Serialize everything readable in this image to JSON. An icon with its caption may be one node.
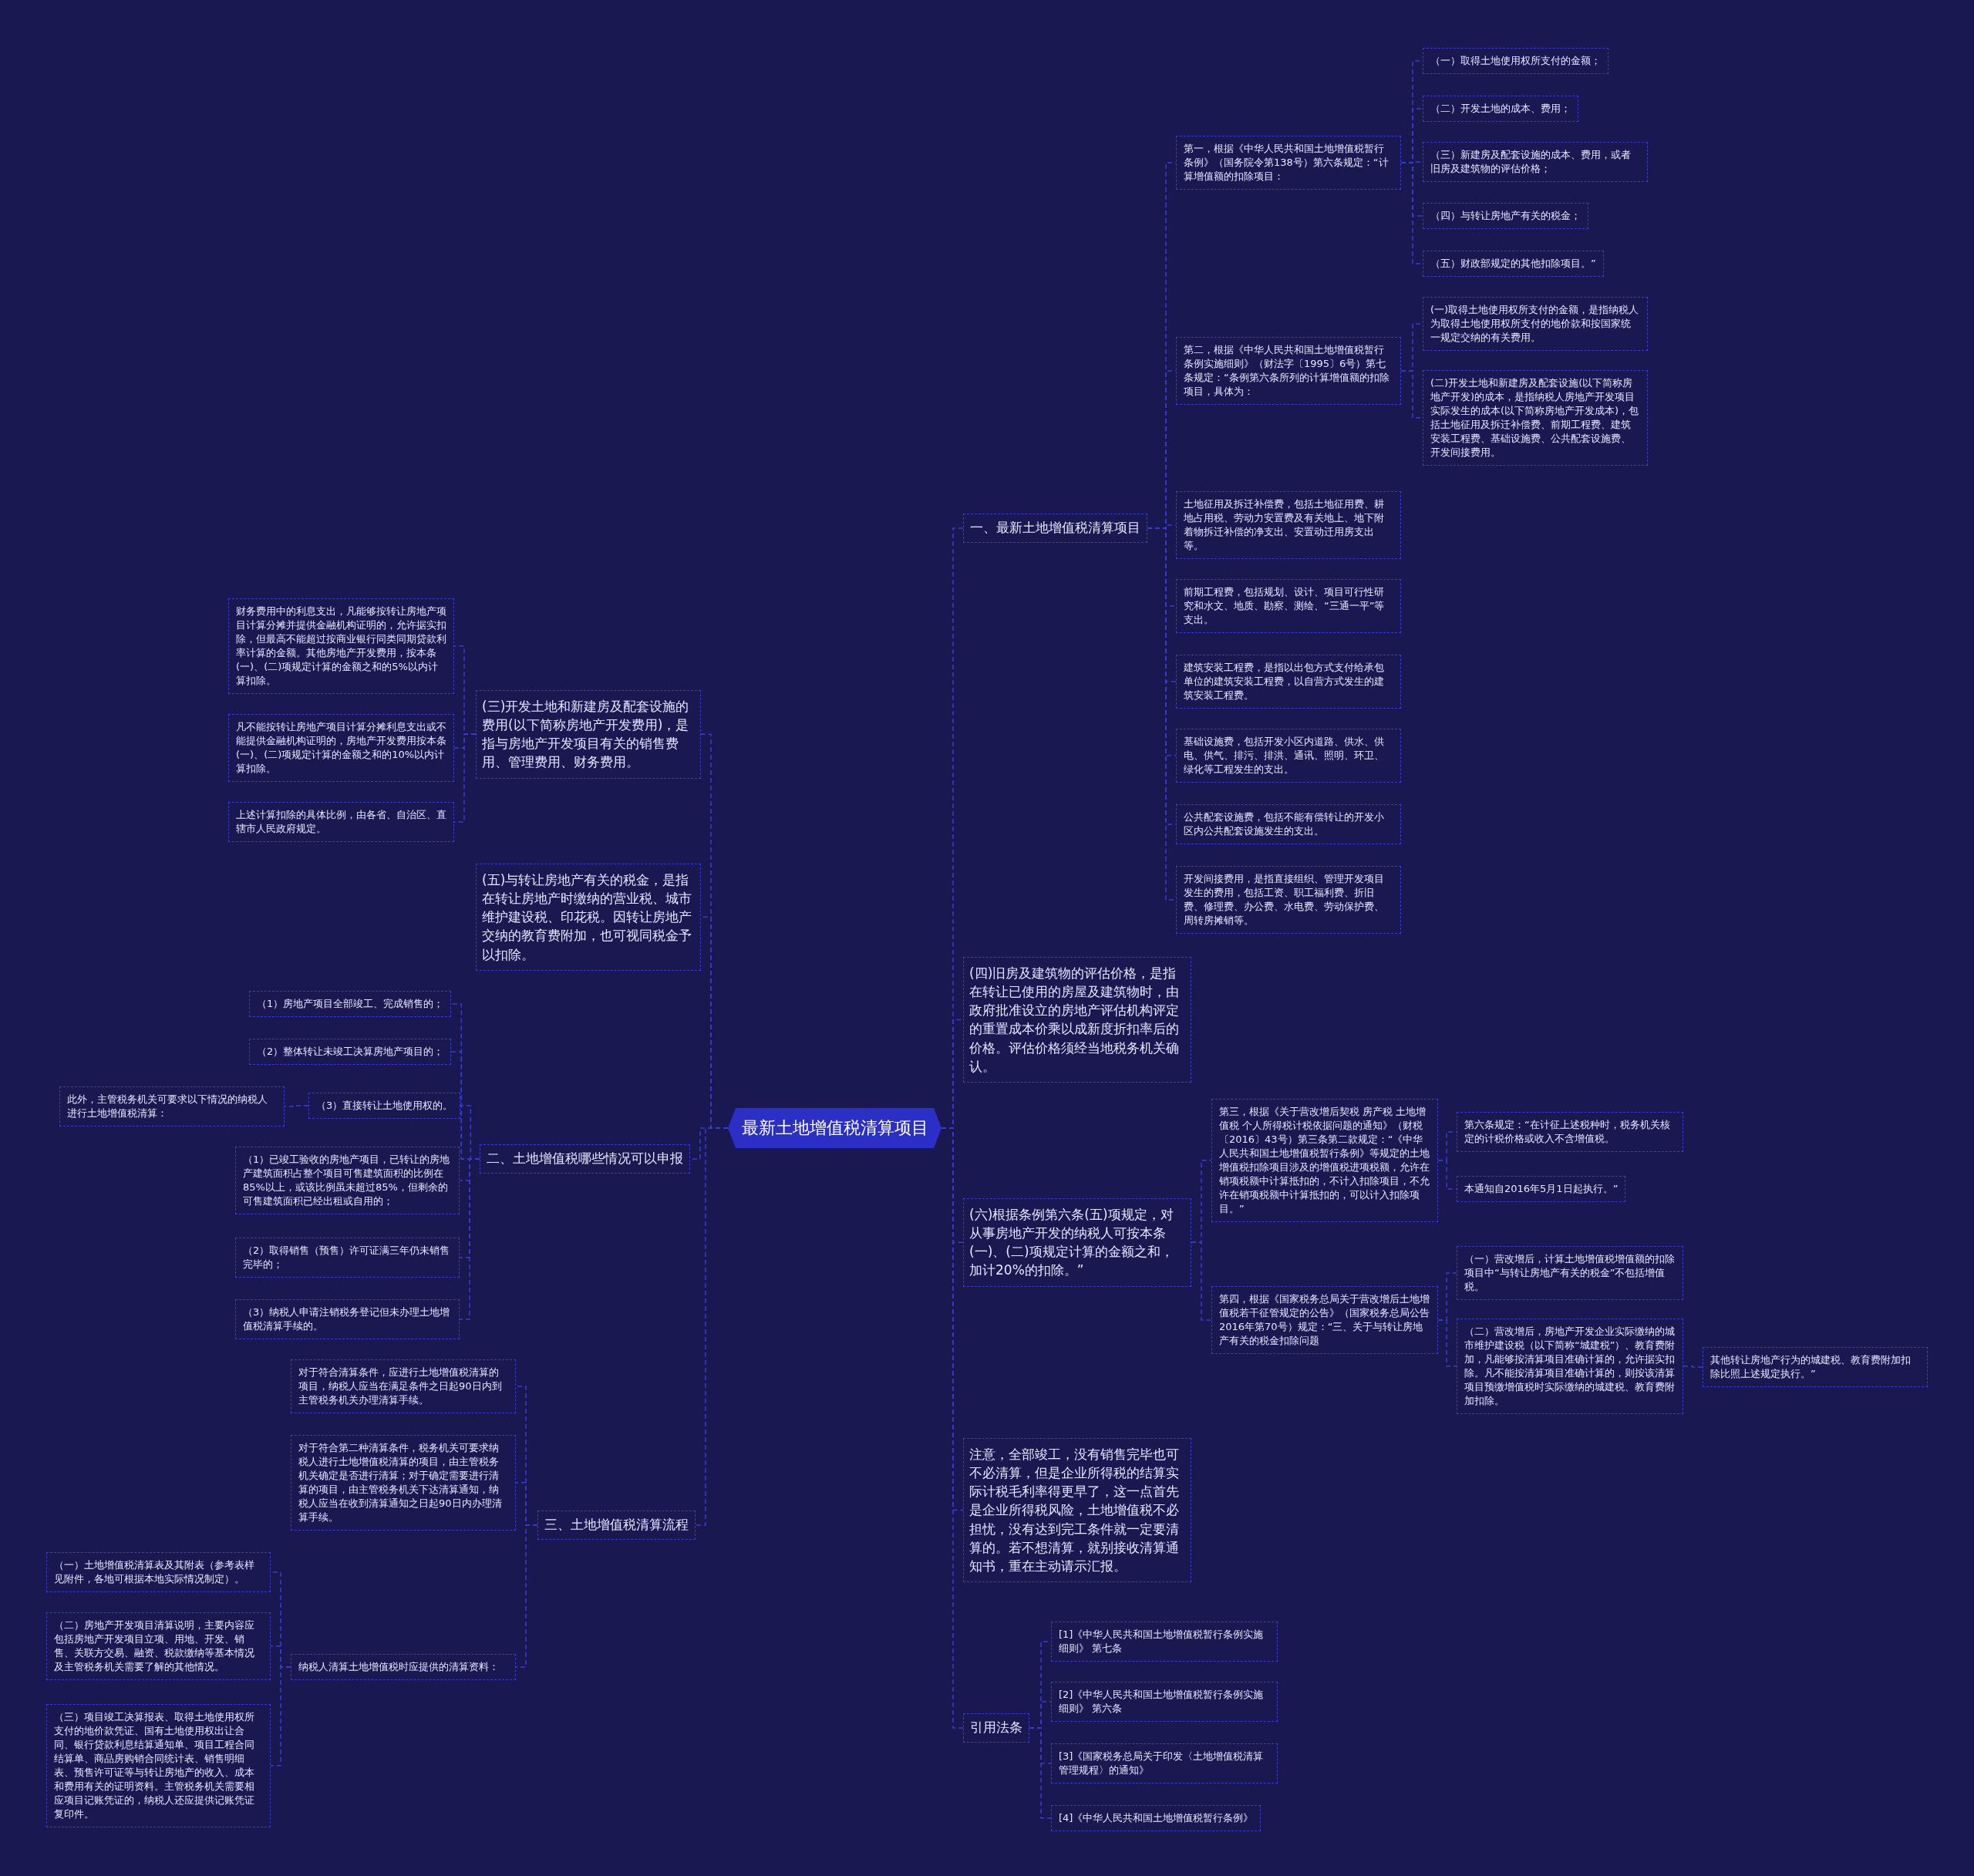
{
  "diagram": {
    "nodes": [
      {
        "text": [
          "最新土地增值税清算项目"
        ]
      },
      {
        "text": [
          "一、最新土地增值税清算项目"
        ]
      },
      {
        "text": [
          "第一，根据《中华人民共和国土地增值税暂行条例》（国务院令第138号）第六条规定：“计算增值额的扣除项目："
        ]
      },
      {
        "text": [
          "（一）取得土地使用权所支付的金额；"
        ]
      },
      {
        "text": [
          "（二）开发土地的成本、费用；"
        ]
      },
      {
        "text": [
          "（三）新建房及配套设施的成本、费用，或者旧房及建筑物的评估价格；"
        ]
      },
      {
        "text": [
          "（四）与转让房地产有关的税金；"
        ]
      },
      {
        "text": [
          "（五）财政部规定的其他扣除项目。”"
        ]
      },
      {
        "text": [
          "第二，根据《中华人民共和国土地增值税暂行条例实施细则》（财法字〔1995〕6号）第七条规定：“条例第六条所列的计算增值额的扣除项目，具体为："
        ]
      },
      {
        "text": [
          "(一)取得土地使用权所支付的金额，是指纳税人为取得土地使用权所支付的地价款和按国家统一规定交纳的有关费用。"
        ]
      },
      {
        "text": [
          "(二)开发土地和新建房及配套设施(以下简称房地产开发)的成本，是指纳税人房地产开发项目实际发生的成本(以下简称房地产开发成本)，包括土地征用及拆迁补偿费、前期工程费、建筑安装工程费、基础设施费、公共配套设施费、开发间接费用。"
        ]
      },
      {
        "text": [
          "土地征用及拆迁补偿费，包括土地征用费、耕地占用税、劳动力安置费及有关地上、地下附着物拆迁补偿的净支出、安置动迁用房支出等。"
        ]
      },
      {
        "text": [
          "前期工程费，包括规划、设计、项目可行性研究和水文、地质、勘察、测绘、“三通一平”等支出。"
        ]
      },
      {
        "text": [
          "建筑安装工程费，是指以出包方式支付给承包单位的建筑安装工程费，以自营方式发生的建筑安装工程费。"
        ]
      },
      {
        "text": [
          "基础设施费，包括开发小区内道路、供水、供电、供气、排污、排洪、通讯、照明、环卫、绿化等工程发生的支出。"
        ]
      },
      {
        "text": [
          "公共配套设施费，包括不能有偿转让的开发小区内公共配套设施发生的支出。"
        ]
      },
      {
        "text": [
          "开发间接费用，是指直接组织、管理开发项目发生的费用，包括工资、职工福利费、折旧费、修理费、办公费、水电费、劳动保护费、周转房摊销等。"
        ]
      },
      {
        "text": [
          "(四)旧房及建筑物的评估价格，是指在转让已使用的房屋及建筑物时，由政府批准设立的房地产评估机构评定的重置成本价乘以成新度折扣率后的价格。评估价格须经当地税务机关确认。"
        ]
      },
      {
        "text": [
          "(六)根据条例第六条(五)项规定，对从事房地产开发的纳税人可按本条(一)、(二)项规定计算的金额之和，加计20%的扣除。”"
        ]
      },
      {
        "text": [
          "第三，根据《关于营改增后契税 房产税 土地增值税 个人所得税计税依据问题的通知》（财税〔2016〕43号）第三条第二款规定：“《中华人民共和国土地增值税暂行条例》等规定的土地增值税扣除项目涉及的增值税进项税额，允许在销项税额中计算抵扣的，不计入扣除项目，不允许在销项税额中计算抵扣的，可以计入扣除项目。”"
        ]
      },
      {
        "text": [
          "第六条规定：“在计征上述税种时，税务机关核定的计税价格或收入不含增值税。"
        ]
      },
      {
        "text": [
          "本通知自2016年5月1日起执行。”"
        ]
      },
      {
        "text": [
          "第四，根据《国家税务总局关于营改增后土地增值税若干征管规定的公告》（国家税务总局公告2016年第70号）规定：“三、关于与转让房地产有关的税金扣除问题"
        ]
      },
      {
        "text": [
          "（一）营改增后，计算土地增值税增值额的扣除项目中“与转让房地产有关的税金”不包括增值税。"
        ]
      },
      {
        "text": [
          "（二）营改增后，房地产开发企业实际缴纳的城市维护建设税（以下简称“城建税”）、教育费附加，凡能够按清算项目准确计算的，允许据实扣除。凡不能按清算项目准确计算的，则按该清算项目预缴增值税时实际缴纳的城建税、教育费附加扣除。"
        ]
      },
      {
        "text": [
          "其他转让房地产行为的城建税、教育费附加扣除比照上述规定执行。”"
        ]
      },
      {
        "text": [
          "注意，全部竣工，没有销售完毕也可不必清算，但是企业所得税的结算实际计税毛利率得更早了，这一点首先是企业所得税风险，土地增值税不必担忧，没有达到完工条件就一定要清算的。若不想清算，就别接收清算通知书，重在主动请示汇报。"
        ]
      },
      {
        "text": [
          "引用法条"
        ]
      },
      {
        "text": [
          "[1]《中华人民共和国土地增值税暂行条例实施细则》 第七条"
        ]
      },
      {
        "text": [
          "[2]《中华人民共和国土地增值税暂行条例实施细则》 第六条"
        ]
      },
      {
        "text": [
          "[3]《国家税务总局关于印发〈土地增值税清算管理规程〉的通知》"
        ]
      },
      {
        "text": [
          "[4]《中华人民共和国土地增值税暂行条例》"
        ]
      },
      {
        "text": [
          "(三)开发土地和新建房及配套设施的费用(以下简称房地产开发费用)，是指与房地产开发项目有关的销售费用、管理费用、财务费用。"
        ]
      },
      {
        "text": [
          "财务费用中的利息支出，凡能够按转让房地产项目计算分摊并提供金融机构证明的，允许据实扣除，但最高不能超过按商业银行同类同期贷款利率计算的金额。其他房地产开发费用，按本条(一)、(二)项规定计算的金额之和的5%以内计算扣除。"
        ]
      },
      {
        "text": [
          "凡不能按转让房地产项目计算分摊利息支出或不能提供金融机构证明的，房地产开发费用按本条(一)、(二)项规定计算的金额之和的10%以内计算扣除。"
        ]
      },
      {
        "text": [
          "上述计算扣除的具体比例，由各省、自治区、直辖市人民政府规定。"
        ]
      },
      {
        "text": [
          "(五)与转让房地产有关的税金，是指在转让房地产时缴纳的营业税、城市维护建设税、印花税。因转让房地产交纳的教育费附加，也可视同税金予以扣除。"
        ]
      },
      {
        "text": [
          "二、土地增值税哪些情况可以申报"
        ]
      },
      {
        "text": [
          "（1）房地产项目全部竣工、完成销售的；"
        ]
      },
      {
        "text": [
          "（2）整体转让未竣工决算房地产项目的；"
        ]
      },
      {
        "text": [
          "（3）直接转让土地使用权的。"
        ]
      },
      {
        "text": [
          "此外，主管税务机关可要求以下情况的纳税人进行土地增值税清算："
        ]
      },
      {
        "text": [
          "（1）已竣工验收的房地产项目，已转让的房地产建筑面积占整个项目可售建筑面积的比例在85%以上，或该比例虽未超过85%，但剩余的可售建筑面积已经出租或自用的；"
        ]
      },
      {
        "text": [
          "（2）取得销售（预售）许可证满三年仍未销售完毕的；"
        ]
      },
      {
        "text": [
          "（3）纳税人申请注销税务登记但未办理土地增值税清算手续的。"
        ]
      },
      {
        "text": [
          "三、土地增值税清算流程"
        ]
      },
      {
        "text": [
          "对于符合清算条件，应进行土地增值税清算的项目，纳税人应当在满足条件之日起90日内到主管税务机关办理清算手续。"
        ]
      },
      {
        "text": [
          "对于符合第二种清算条件，税务机关可要求纳税人进行土地增值税清算的项目，由主管税务机关确定是否进行清算；对于确定需要进行清算的项目，由主管税务机关下达清算通知，纳税人应当在收到清算通知之日起90日内办理清算手续。"
        ]
      },
      {
        "text": [
          "纳税人清算土地增值税时应提供的清算资料："
        ]
      },
      {
        "text": [
          "（一）土地增值税清算表及其附表（参考表样见附件，各地可根据本地实际情况制定）。"
        ]
      },
      {
        "text": [
          "（二）房地产开发项目清算说明，主要内容应包括房地产开发项目立项、用地、开发、销售、关联方交易、融资、税款缴纳等基本情况及主管税务机关需要了解的其他情况。"
        ]
      },
      {
        "text": [
          "（三）项目竣工决算报表、取得土地使用权所支付的地价款凭证、国有土地使用权出让合同、银行贷款利息结算通知单、项目工程合同结算单、商品房购销合同统计表、销售明细表、预售许可证等与转让房地产的收入、成本和费用有关的证明资料。主管税务机关需要相应项目记账凭证的，纳税人还应提供记账凭证复印件。"
        ]
      }
    ],
    "edges": [
      {
        "from": 0,
        "to": 1,
        "arrow": "none"
      },
      {
        "from": 1,
        "to": 2,
        "arrow": "none"
      },
      {
        "from": 2,
        "to": 3,
        "arrow": "none"
      },
      {
        "from": 2,
        "to": 4,
        "arrow": "none"
      },
      {
        "from": 2,
        "to": 5,
        "arrow": "none"
      },
      {
        "from": 2,
        "to": 6,
        "arrow": "none"
      },
      {
        "from": 2,
        "to": 7,
        "arrow": "none"
      },
      {
        "from": 1,
        "to": 8,
        "arrow": "none"
      },
      {
        "from": 8,
        "to": 9,
        "arrow": "none"
      },
      {
        "from": 8,
        "to": 10,
        "arrow": "none"
      },
      {
        "from": 1,
        "to": 11,
        "arrow": "none"
      },
      {
        "from": 1,
        "to": 12,
        "arrow": "none"
      },
      {
        "from": 1,
        "to": 13,
        "arrow": "none"
      },
      {
        "from": 1,
        "to": 14,
        "arrow": "none"
      },
      {
        "from": 1,
        "to": 15,
        "arrow": "none"
      },
      {
        "from": 1,
        "to": 16,
        "arrow": "none"
      },
      {
        "from": 0,
        "to": 17,
        "arrow": "none"
      },
      {
        "from": 0,
        "to": 18,
        "arrow": "none"
      },
      {
        "from": 18,
        "to": 19,
        "arrow": "none"
      },
      {
        "from": 19,
        "to": 20,
        "arrow": "none"
      },
      {
        "from": 19,
        "to": 21,
        "arrow": "none"
      },
      {
        "from": 18,
        "to": 22,
        "arrow": "none"
      },
      {
        "from": 22,
        "to": 23,
        "arrow": "none"
      },
      {
        "from": 22,
        "to": 24,
        "arrow": "none"
      },
      {
        "from": 24,
        "to": 25,
        "arrow": "none"
      },
      {
        "from": 0,
        "to": 26,
        "arrow": "none"
      },
      {
        "from": 0,
        "to": 27,
        "arrow": "none"
      },
      {
        "from": 27,
        "to": 28,
        "arrow": "none"
      },
      {
        "from": 27,
        "to": 29,
        "arrow": "none"
      },
      {
        "from": 27,
        "to": 30,
        "arrow": "none"
      },
      {
        "from": 27,
        "to": 31,
        "arrow": "none"
      },
      {
        "from": 0,
        "to": 32,
        "arrow": "none"
      },
      {
        "from": 32,
        "to": 33,
        "arrow": "none"
      },
      {
        "from": 32,
        "to": 34,
        "arrow": "none"
      },
      {
        "from": 32,
        "to": 35,
        "arrow": "none"
      },
      {
        "from": 0,
        "to": 36,
        "arrow": "none"
      },
      {
        "from": 0,
        "to": 37,
        "arrow": "none"
      },
      {
        "from": 37,
        "to": 38,
        "arrow": "none"
      },
      {
        "from": 37,
        "to": 39,
        "arrow": "none"
      },
      {
        "from": 37,
        "to": 40,
        "arrow": "none"
      },
      {
        "from": 40,
        "to": 41,
        "arrow": "none"
      },
      {
        "from": 37,
        "to": 42,
        "arrow": "none"
      },
      {
        "from": 37,
        "to": 43,
        "arrow": "none"
      },
      {
        "from": 37,
        "to": 44,
        "arrow": "none"
      },
      {
        "from": 0,
        "to": 45,
        "arrow": "none"
      },
      {
        "from": 45,
        "to": 46,
        "arrow": "none"
      },
      {
        "from": 45,
        "to": 47,
        "arrow": "none"
      },
      {
        "from": 45,
        "to": 48,
        "arrow": "none"
      },
      {
        "from": 48,
        "to": 49,
        "arrow": "none"
      },
      {
        "from": 48,
        "to": 50,
        "arrow": "none"
      },
      {
        "from": 48,
        "to": 51,
        "arrow": "none"
      }
    ]
  }
}
